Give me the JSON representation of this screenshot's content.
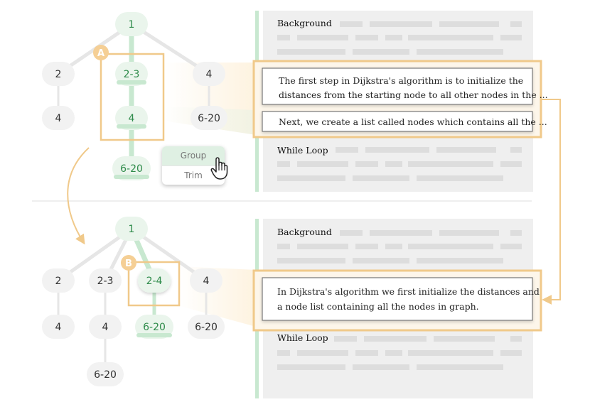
{
  "top": {
    "nodes": {
      "root": "1",
      "n2": "2",
      "n23": "2-3",
      "n4r": "4",
      "n4a": "4",
      "n4b": "4",
      "n620r": "6-20",
      "n620g": "6-20"
    },
    "badge": "A",
    "menu": {
      "items": [
        "Group",
        "Trim"
      ]
    },
    "panel": {
      "background_header": "Background",
      "box1_line1": "The first step in  Dijkstra's algorithm is to initialize the",
      "box1_line2": "distances from the starting node to all other nodes in the ...",
      "box2_line1": "Next, we create a list called nodes which contains all the ...",
      "while_header": "While Loop"
    }
  },
  "bottom": {
    "nodes": {
      "root": "1",
      "n2": "2",
      "n23": "2-3",
      "n24": "2-4",
      "n4r": "4",
      "n4a": "4",
      "n4b": "4",
      "n620g": "6-20",
      "n620r": "6-20",
      "n620b": "6-20"
    },
    "badge": "B",
    "panel": {
      "background_header": "Background",
      "box_line1": "In Dijkstra's algorithm we first initialize the distances and",
      "box_line2": "a node list containing all the nodes in graph.",
      "while_header": "While Loop"
    }
  },
  "colors": {
    "green": "#2e8b4a",
    "green_light": "#c8e8d0",
    "orange": "#f0c98a",
    "node_gray": "#f2f2f2",
    "panel_gray": "#efefef",
    "placeholder": "#dddddd"
  }
}
